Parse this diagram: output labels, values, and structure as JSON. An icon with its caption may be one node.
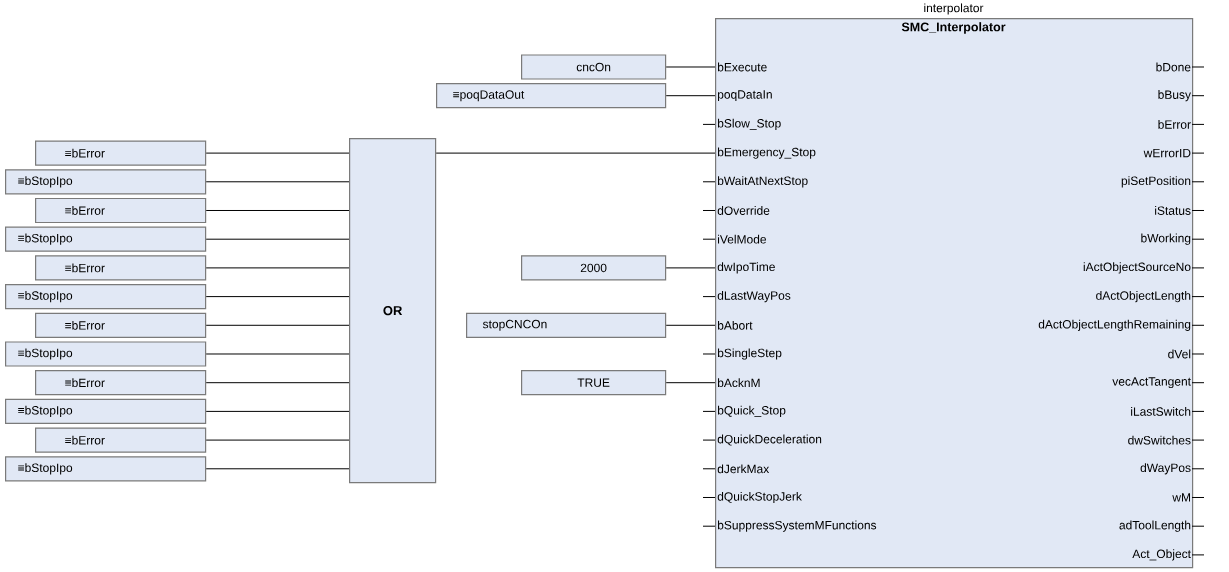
{
  "diagram": {
    "nodes": [
      {
        "text": [
          "cncOn"
        ]
      },
      {
        "text": [
          "≡poqDataOut"
        ]
      },
      {
        "text": [
          "≡bError"
        ]
      },
      {
        "text": [
          "≡bStopIpo"
        ]
      },
      {
        "text": [
          "≡bError"
        ]
      },
      {
        "text": [
          "≡bStopIpo"
        ]
      },
      {
        "text": [
          "≡bError"
        ]
      },
      {
        "text": [
          "≡bStopIpo"
        ]
      },
      {
        "text": [
          "≡bError"
        ]
      },
      {
        "text": [
          "≡bStopIpo"
        ]
      },
      {
        "text": [
          "≡bError"
        ]
      },
      {
        "text": [
          "≡bStopIpo"
        ]
      },
      {
        "text": [
          "≡bError"
        ]
      },
      {
        "text": [
          "≡bStopIpo"
        ]
      },
      {
        "text": [
          "OR"
        ]
      },
      {
        "text": [
          "2000"
        ]
      },
      {
        "text": [
          "stopCNCOn"
        ]
      },
      {
        "text": [
          "TRUE"
        ]
      },
      {
        "text": [
          "interpolator",
          "SMC_Interpolator"
        ]
      },
      {
        "text": [
          "bExecute"
        ],
        "in": 18
      },
      {
        "text": [
          "poqDataIn"
        ],
        "in": 18
      },
      {
        "text": [
          "bSlow_Stop"
        ],
        "in": 18
      },
      {
        "text": [
          "bEmergency_Stop"
        ],
        "in": 18
      },
      {
        "text": [
          "bWaitAtNextStop"
        ],
        "in": 18
      },
      {
        "text": [
          "dOverride"
        ],
        "in": 18
      },
      {
        "text": [
          "iVelMode"
        ],
        "in": 18
      },
      {
        "text": [
          "dwIpoTime"
        ],
        "in": 18
      },
      {
        "text": [
          "dLastWayPos"
        ],
        "in": 18
      },
      {
        "text": [
          "bAbort"
        ],
        "in": 18
      },
      {
        "text": [
          "bSingleStep"
        ],
        "in": 18
      },
      {
        "text": [
          "bAcknM"
        ],
        "in": 18
      },
      {
        "text": [
          "bQuick_Stop"
        ],
        "in": 18
      },
      {
        "text": [
          "dQuickDeceleration"
        ],
        "in": 18
      },
      {
        "text": [
          "dJerkMax"
        ],
        "in": 18
      },
      {
        "text": [
          "dQuickStopJerk"
        ],
        "in": 18
      },
      {
        "text": [
          "bSuppressSystemMFunctions"
        ],
        "in": 18
      },
      {
        "text": [
          "bDone"
        ],
        "in": 18
      },
      {
        "text": [
          "bBusy"
        ],
        "in": 18
      },
      {
        "text": [
          "bError"
        ],
        "in": 18
      },
      {
        "text": [
          "wErrorID"
        ],
        "in": 18
      },
      {
        "text": [
          "piSetPosition"
        ],
        "in": 18
      },
      {
        "text": [
          "iStatus"
        ],
        "in": 18
      },
      {
        "text": [
          "bWorking"
        ],
        "in": 18
      },
      {
        "text": [
          "iActObjectSourceNo"
        ],
        "in": 18
      },
      {
        "text": [
          "dActObjectLength"
        ],
        "in": 18
      },
      {
        "text": [
          "dActObjectLengthRemaining"
        ],
        "in": 18
      },
      {
        "text": [
          "dVel"
        ],
        "in": 18
      },
      {
        "text": [
          "vecActTangent"
        ],
        "in": 18
      },
      {
        "text": [
          "iLastSwitch"
        ],
        "in": 18
      },
      {
        "text": [
          "dwSwitches"
        ],
        "in": 18
      },
      {
        "text": [
          "dWayPos"
        ],
        "in": 18
      },
      {
        "text": [
          "wM"
        ],
        "in": 18
      },
      {
        "text": [
          "adToolLength"
        ],
        "in": 18
      },
      {
        "text": [
          "Act_Object"
        ],
        "in": 18
      }
    ],
    "edges": [
      {
        "from": 0,
        "to": 19,
        "arrow": "none"
      },
      {
        "from": 1,
        "to": 20,
        "arrow": "none"
      },
      {
        "from": 2,
        "to": 14,
        "arrow": "none"
      },
      {
        "from": 3,
        "to": 14,
        "arrow": "none"
      },
      {
        "from": 4,
        "to": 14,
        "arrow": "none"
      },
      {
        "from": 5,
        "to": 14,
        "arrow": "none"
      },
      {
        "from": 6,
        "to": 14,
        "arrow": "none"
      },
      {
        "from": 7,
        "to": 14,
        "arrow": "none"
      },
      {
        "from": 8,
        "to": 14,
        "arrow": "none"
      },
      {
        "from": 9,
        "to": 14,
        "arrow": "none"
      },
      {
        "from": 10,
        "to": 14,
        "arrow": "none"
      },
      {
        "from": 11,
        "to": 14,
        "arrow": "none"
      },
      {
        "from": 12,
        "to": 14,
        "arrow": "none"
      },
      {
        "from": 13,
        "to": 14,
        "arrow": "none"
      },
      {
        "from": 14,
        "to": 22,
        "arrow": "none"
      },
      {
        "from": 15,
        "to": 26,
        "arrow": "none"
      },
      {
        "from": 16,
        "to": 28,
        "arrow": "none"
      },
      {
        "from": 17,
        "to": 30,
        "arrow": "none"
      },
      {
        "from": null,
        "to": 21,
        "arrow": "none"
      },
      {
        "from": null,
        "to": 23,
        "arrow": "none"
      },
      {
        "from": null,
        "to": 24,
        "arrow": "none"
      },
      {
        "from": null,
        "to": 25,
        "arrow": "none"
      },
      {
        "from": null,
        "to": 27,
        "arrow": "none"
      },
      {
        "from": null,
        "to": 29,
        "arrow": "none"
      },
      {
        "from": null,
        "to": 31,
        "arrow": "none"
      },
      {
        "from": null,
        "to": 32,
        "arrow": "none"
      },
      {
        "from": null,
        "to": 33,
        "arrow": "none"
      },
      {
        "from": null,
        "to": 34,
        "arrow": "none"
      },
      {
        "from": null,
        "to": 35,
        "arrow": "none"
      },
      {
        "from": 36,
        "to": null,
        "arrow": "none"
      },
      {
        "from": 37,
        "to": null,
        "arrow": "none"
      },
      {
        "from": 38,
        "to": null,
        "arrow": "none"
      },
      {
        "from": 39,
        "to": null,
        "arrow": "none"
      },
      {
        "from": 40,
        "to": null,
        "arrow": "none"
      },
      {
        "from": 41,
        "to": null,
        "arrow": "none"
      },
      {
        "from": 42,
        "to": null,
        "arrow": "none"
      },
      {
        "from": 43,
        "to": null,
        "arrow": "none"
      },
      {
        "from": 44,
        "to": null,
        "arrow": "none"
      },
      {
        "from": 45,
        "to": null,
        "arrow": "none"
      },
      {
        "from": 46,
        "to": null,
        "arrow": "none"
      },
      {
        "from": 47,
        "to": null,
        "arrow": "none"
      },
      {
        "from": 48,
        "to": null,
        "arrow": "none"
      },
      {
        "from": 49,
        "to": null,
        "arrow": "none"
      },
      {
        "from": 50,
        "to": null,
        "arrow": "none"
      },
      {
        "from": 51,
        "to": null,
        "arrow": "none"
      },
      {
        "from": 52,
        "to": null,
        "arrow": "none"
      },
      {
        "from": 53,
        "to": null,
        "arrow": "none"
      }
    ]
  }
}
